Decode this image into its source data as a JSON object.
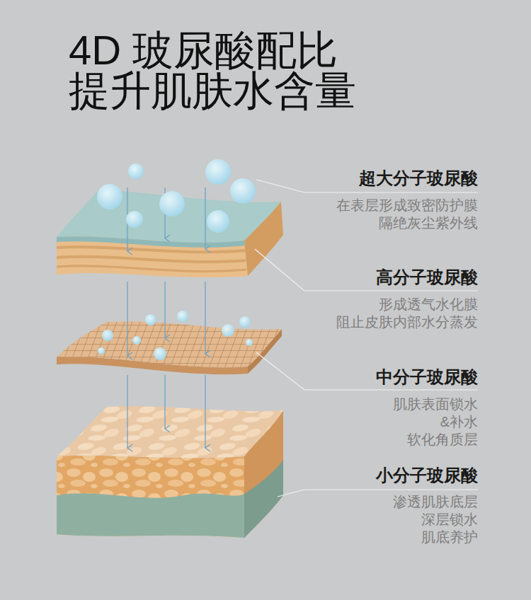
{
  "diagram": {
    "title": "4D 玻尿酸配比 提升肌肤水含量",
    "labels": [
      "超大分子玻尿酸",
      "在表层形成致密防护膜 隔绝灰尘紫外线",
      "高分子玻尿酸",
      "形成透气水化膜 阻止皮肤内部水分蒸发",
      "中分子玻尿酸",
      "肌肤表面锁水&补水 软化角质层",
      "小分子玻尿酸",
      "渗透肌肤底层 深层锁水 肌底养护"
    ]
  }
}
